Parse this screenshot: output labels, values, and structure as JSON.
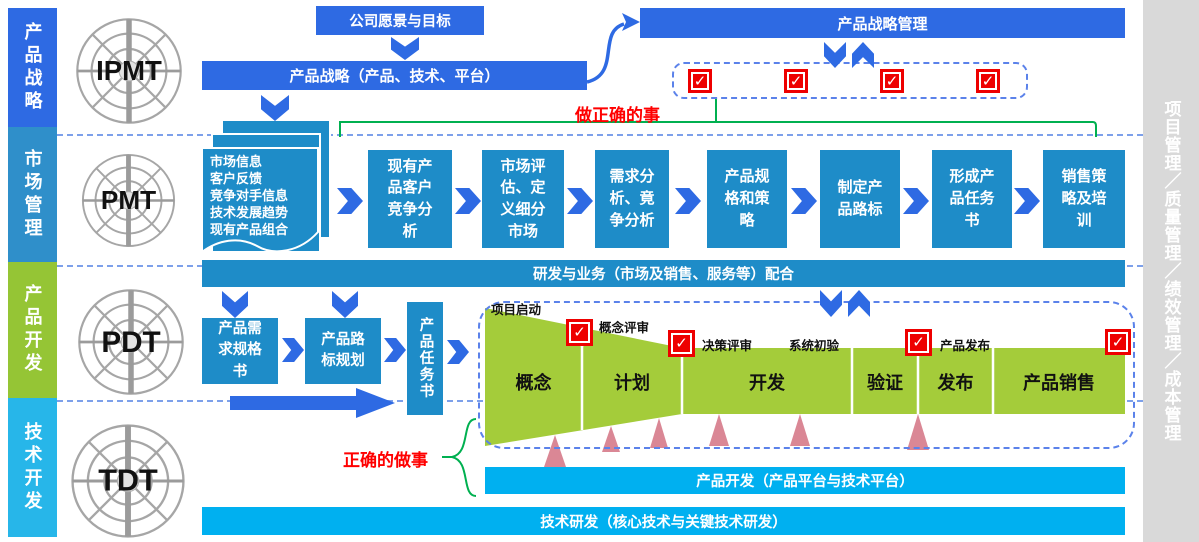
{
  "left_sidebar": {
    "items": [
      {
        "label": "产品战略",
        "color": "#2e6ae3"
      },
      {
        "label": "市场管理",
        "color": "#2f8fca"
      },
      {
        "label": "产品开发",
        "color": "#95c535"
      },
      {
        "label": "技术开发",
        "color": "#27b6e9"
      }
    ]
  },
  "right_sidebar": {
    "label": "项目管理／质量管理／绩效管理／成本管理",
    "color": "#d9d9d9"
  },
  "teams": [
    "IPMT",
    "PMT",
    "PDT",
    "TDT"
  ],
  "strategy": {
    "vision": "公司愿景与目标",
    "management_bar": "产品战略管理",
    "product_strategy_bar": "产品战略（产品、技术、平台）",
    "do_right_things": "做正确的事",
    "checkbox_count": 4
  },
  "market": {
    "inputs_doc": [
      "市场信息",
      "客户反馈",
      "竞争对手信息",
      "技术发展趋势",
      "现有产品组合"
    ],
    "steps": [
      "现有产品客户竞争分析",
      "市场评估、定义细分市场",
      "需求分析、竟争分析",
      "产品规格和策略",
      "制定产品路标",
      "形成产品任务书",
      "销售策略及培训"
    ],
    "collab_bar": "研发与业务（市场及销售、服务等）配合"
  },
  "development": {
    "steps": [
      "产品需求规格书",
      "产品路标规划",
      "产品任务书"
    ],
    "do_things_right": "正确的做事",
    "funnel_phases": [
      "概念",
      "计划",
      "开发",
      "验证",
      "发布",
      "产品销售"
    ],
    "milestones": [
      "项目启动",
      "概念评审",
      "决策评审",
      "系统初验",
      "产品发布"
    ],
    "platform_bar": "产品开发（产品平台与技术平台）"
  },
  "technology": {
    "research_bar": "技术研发（核心技术与关键技术研发）"
  },
  "colors": {
    "royal_blue": "#2e6ae3",
    "process_blue": "#1e8cc8",
    "bright_cyan": "#00b0f0",
    "funnel_green": "#a4cc3a",
    "bracket_green": "#00b050",
    "checkbox_red": "#ee0000",
    "text_red": "#ff0000",
    "sidebar_gray": "#d9d9d9",
    "dashed_blue": "#5b82ea",
    "triangle_pink": "#da8795"
  }
}
